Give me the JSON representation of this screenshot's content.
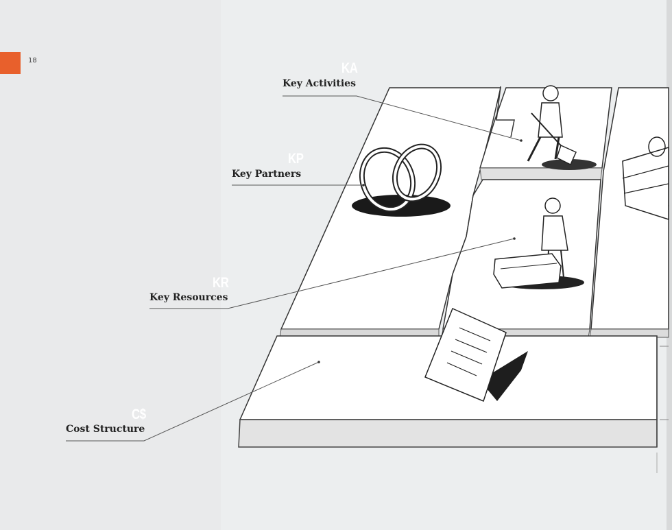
{
  "page": {
    "number": "18",
    "tab_color": "#e8602c"
  },
  "blocks": {
    "key_activities": {
      "abbr": "KA",
      "label": "Key Activities"
    },
    "key_partners": {
      "abbr": "KP",
      "label": "Key Partners"
    },
    "key_resources": {
      "abbr": "KR",
      "label": "Key Resources"
    },
    "cost_structure": {
      "abbr": "C$",
      "label": "Cost Structure"
    }
  },
  "illustrations": [
    "chain-links",
    "person-digging",
    "person-with-machine",
    "invoice-document",
    "gift-boxes"
  ]
}
